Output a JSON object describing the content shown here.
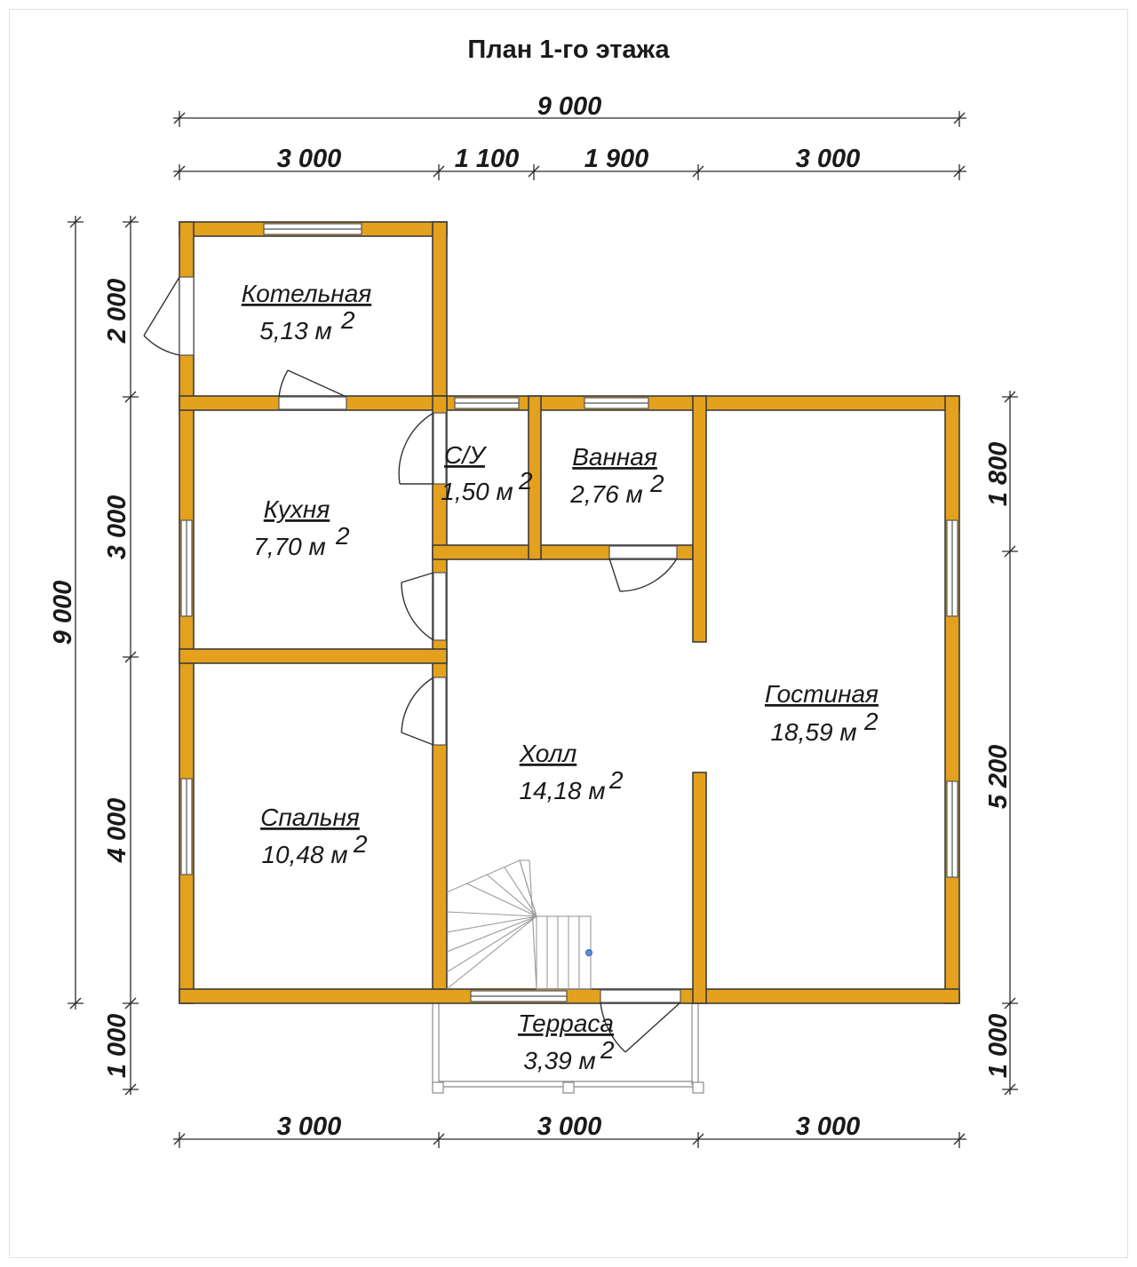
{
  "title": "План 1-го этажа",
  "colors": {
    "wall": "#e3a11e",
    "wall_stroke": "#3d3d3d",
    "line": "#2b2b2b",
    "window": "#ffffff"
  },
  "dimensions": {
    "top_total": "9 000",
    "top_segments": [
      "3 000",
      "1 100",
      "1 900",
      "3 000"
    ],
    "bottom_segments": [
      "3 000",
      "3 000",
      "3 000"
    ],
    "left_total": "9 000",
    "left_segments": [
      "2 000",
      "3 000",
      "4 000",
      "1 000"
    ],
    "right_segments": [
      "1 800",
      "5 200",
      "1 000"
    ]
  },
  "rooms": [
    {
      "name": "Котельная",
      "area": "5,13 м",
      "sup": "2"
    },
    {
      "name": "Кухня",
      "area": "7,70 м",
      "sup": "2"
    },
    {
      "name": "С/У",
      "area": "1,50 м",
      "sup": "2"
    },
    {
      "name": "Ванная",
      "area": "2,76 м",
      "sup": "2"
    },
    {
      "name": "Гостиная",
      "area": "18,59 м",
      "sup": "2"
    },
    {
      "name": "Холл",
      "area": "14,18 м",
      "sup": "2"
    },
    {
      "name": "Спальня",
      "area": "10,48 м",
      "sup": "2"
    },
    {
      "name": "Терраса",
      "area": "3,39 м",
      "sup": "2"
    }
  ]
}
